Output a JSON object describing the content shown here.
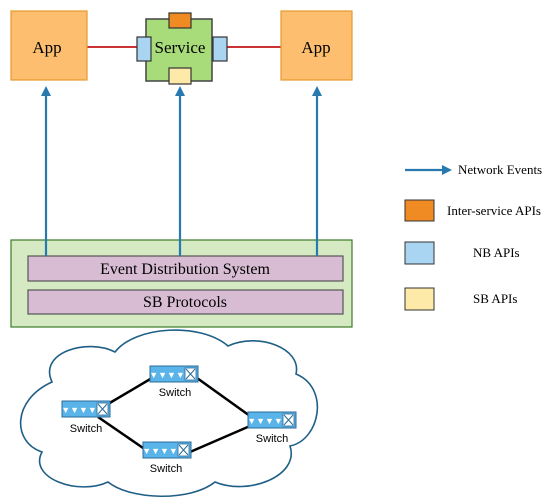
{
  "apps": [
    {
      "label": "App"
    },
    {
      "label": "App"
    }
  ],
  "service": {
    "label": "Service"
  },
  "controller": {
    "layers": [
      {
        "label": "Event Distribution System"
      },
      {
        "label": "SB Protocols"
      }
    ]
  },
  "network": {
    "switches": [
      {
        "label": "Switch"
      },
      {
        "label": "Switch"
      },
      {
        "label": "Switch"
      },
      {
        "label": "Switch"
      }
    ]
  },
  "legend": [
    {
      "label": "Network Events",
      "kind": "arrow",
      "color": "#2779b0"
    },
    {
      "label": "Inter-service APIs",
      "kind": "box",
      "color": "#f08a23"
    },
    {
      "label": "NB APIs",
      "kind": "box",
      "color": "#a9d4f2"
    },
    {
      "label": "SB APIs",
      "kind": "box",
      "color": "#fde9a8"
    }
  ],
  "colors": {
    "app_fill": "#fdbf6f",
    "app_stroke": "#e69a2e",
    "service_fill": "#a8dc7a",
    "controller_fill": "#d5eac2",
    "layer_fill": "#d8bcd4",
    "arrow": "#2779b0",
    "link": "#cc3333",
    "switch_fill": "#5ab4ea"
  }
}
